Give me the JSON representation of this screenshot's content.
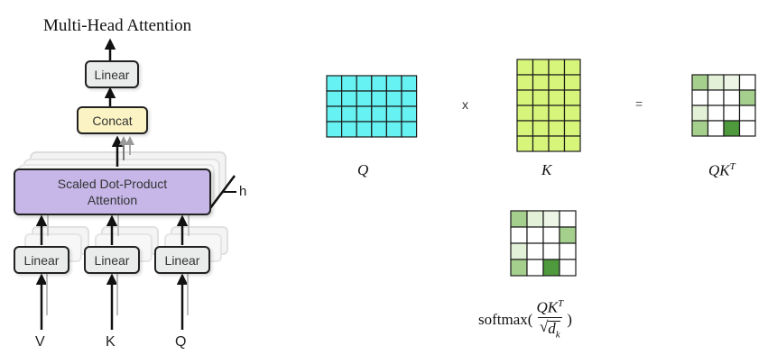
{
  "left_diagram": {
    "title": "Multi-Head Attention",
    "linear_top": "Linear",
    "concat": "Concat",
    "attention_line1": "Scaled Dot-Product",
    "attention_line2": "Attention",
    "h_label": "h",
    "linear_v": "Linear",
    "linear_k": "Linear",
    "linear_q": "Linear",
    "input_v": "V",
    "input_k": "K",
    "input_q": "Q",
    "colors": {
      "linear_fill": "#e9ecea",
      "concat_fill": "#fbf3c3",
      "attention_fill": "#c6b7e8",
      "stroke": "#222222"
    }
  },
  "right_diagram": {
    "q_label": "Q",
    "times_label": "x",
    "k_label": "K",
    "equals_label": "=",
    "qkt_base": "QK",
    "qkt_sup": "T",
    "softmax_prefix": "softmax(",
    "softmax_num_base": "QK",
    "softmax_num_sup": "T",
    "softmax_den_base": "d",
    "softmax_den_sub": "k",
    "softmax_suffix": ")",
    "q_matrix": {
      "rows": 4,
      "cols": 6,
      "fill": "#66f2f2"
    },
    "k_matrix": {
      "rows": 6,
      "cols": 4,
      "fill": "#d7f57a"
    },
    "qkt_matrix": {
      "rows": 4,
      "cols": 4,
      "cells": [
        [
          "#a5cf8d",
          "#e3f1d8",
          "#edf6e6",
          "#ffffff"
        ],
        [
          "#ffffff",
          "#ffffff",
          "#ffffff",
          "#a5cf8d"
        ],
        [
          "#e3f1d8",
          "#ffffff",
          "#ffffff",
          "#ffffff"
        ],
        [
          "#a5cf8d",
          "#ffffff",
          "#4e9a3c",
          "#ffffff"
        ]
      ]
    },
    "softmax_matrix": {
      "rows": 4,
      "cols": 4,
      "cells": [
        [
          "#a5cf8d",
          "#e3f1d8",
          "#edf6e6",
          "#ffffff"
        ],
        [
          "#ffffff",
          "#ffffff",
          "#ffffff",
          "#a5cf8d"
        ],
        [
          "#e3f1d8",
          "#ffffff",
          "#ffffff",
          "#ffffff"
        ],
        [
          "#a5cf8d",
          "#ffffff",
          "#4e9a3c",
          "#ffffff"
        ]
      ]
    }
  }
}
